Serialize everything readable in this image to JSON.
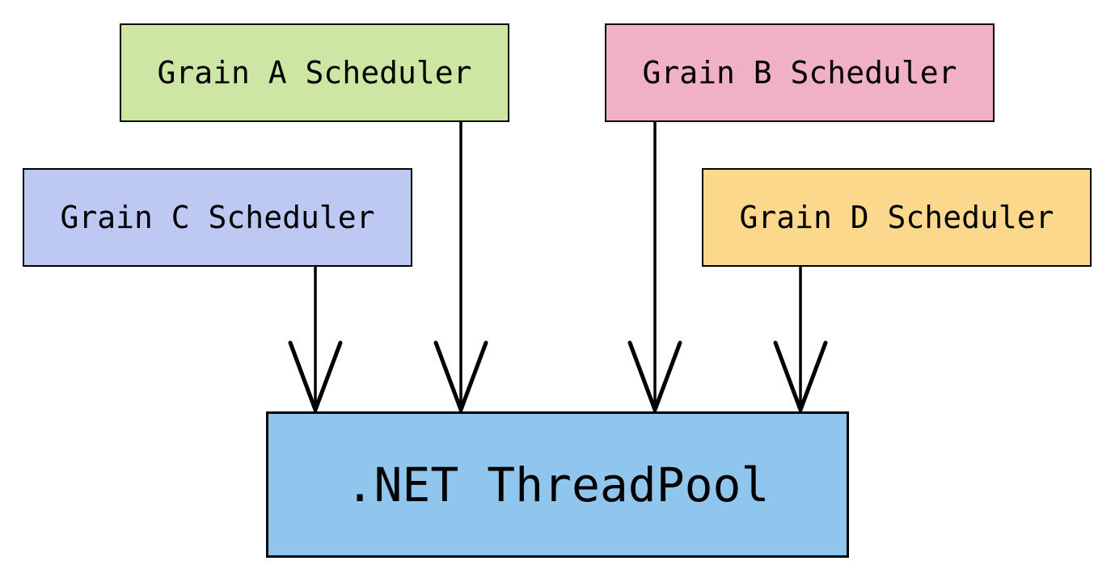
{
  "diagram": {
    "background_color": "#ffffff",
    "line_color": "#000000",
    "text_color": "#000000",
    "nodes": [
      {
        "id": "grain-a-scheduler",
        "label": "Grain A Scheduler",
        "fill": "#cde6a4"
      },
      {
        "id": "grain-b-scheduler",
        "label": "Grain B Scheduler",
        "fill": "#f0b1c6"
      },
      {
        "id": "grain-c-scheduler",
        "label": "Grain C Scheduler",
        "fill": "#bdc9f2"
      },
      {
        "id": "grain-d-scheduler",
        "label": "Grain D Scheduler",
        "fill": "#fbd88b"
      },
      {
        "id": "dotnet-threadpool",
        "label": ".NET ThreadPool",
        "fill": "#90c5ee"
      }
    ],
    "edges": [
      {
        "from": "grain-a-scheduler",
        "to": "dotnet-threadpool"
      },
      {
        "from": "grain-b-scheduler",
        "to": "dotnet-threadpool"
      },
      {
        "from": "grain-c-scheduler",
        "to": "dotnet-threadpool"
      },
      {
        "from": "grain-d-scheduler",
        "to": "dotnet-threadpool"
      }
    ]
  }
}
